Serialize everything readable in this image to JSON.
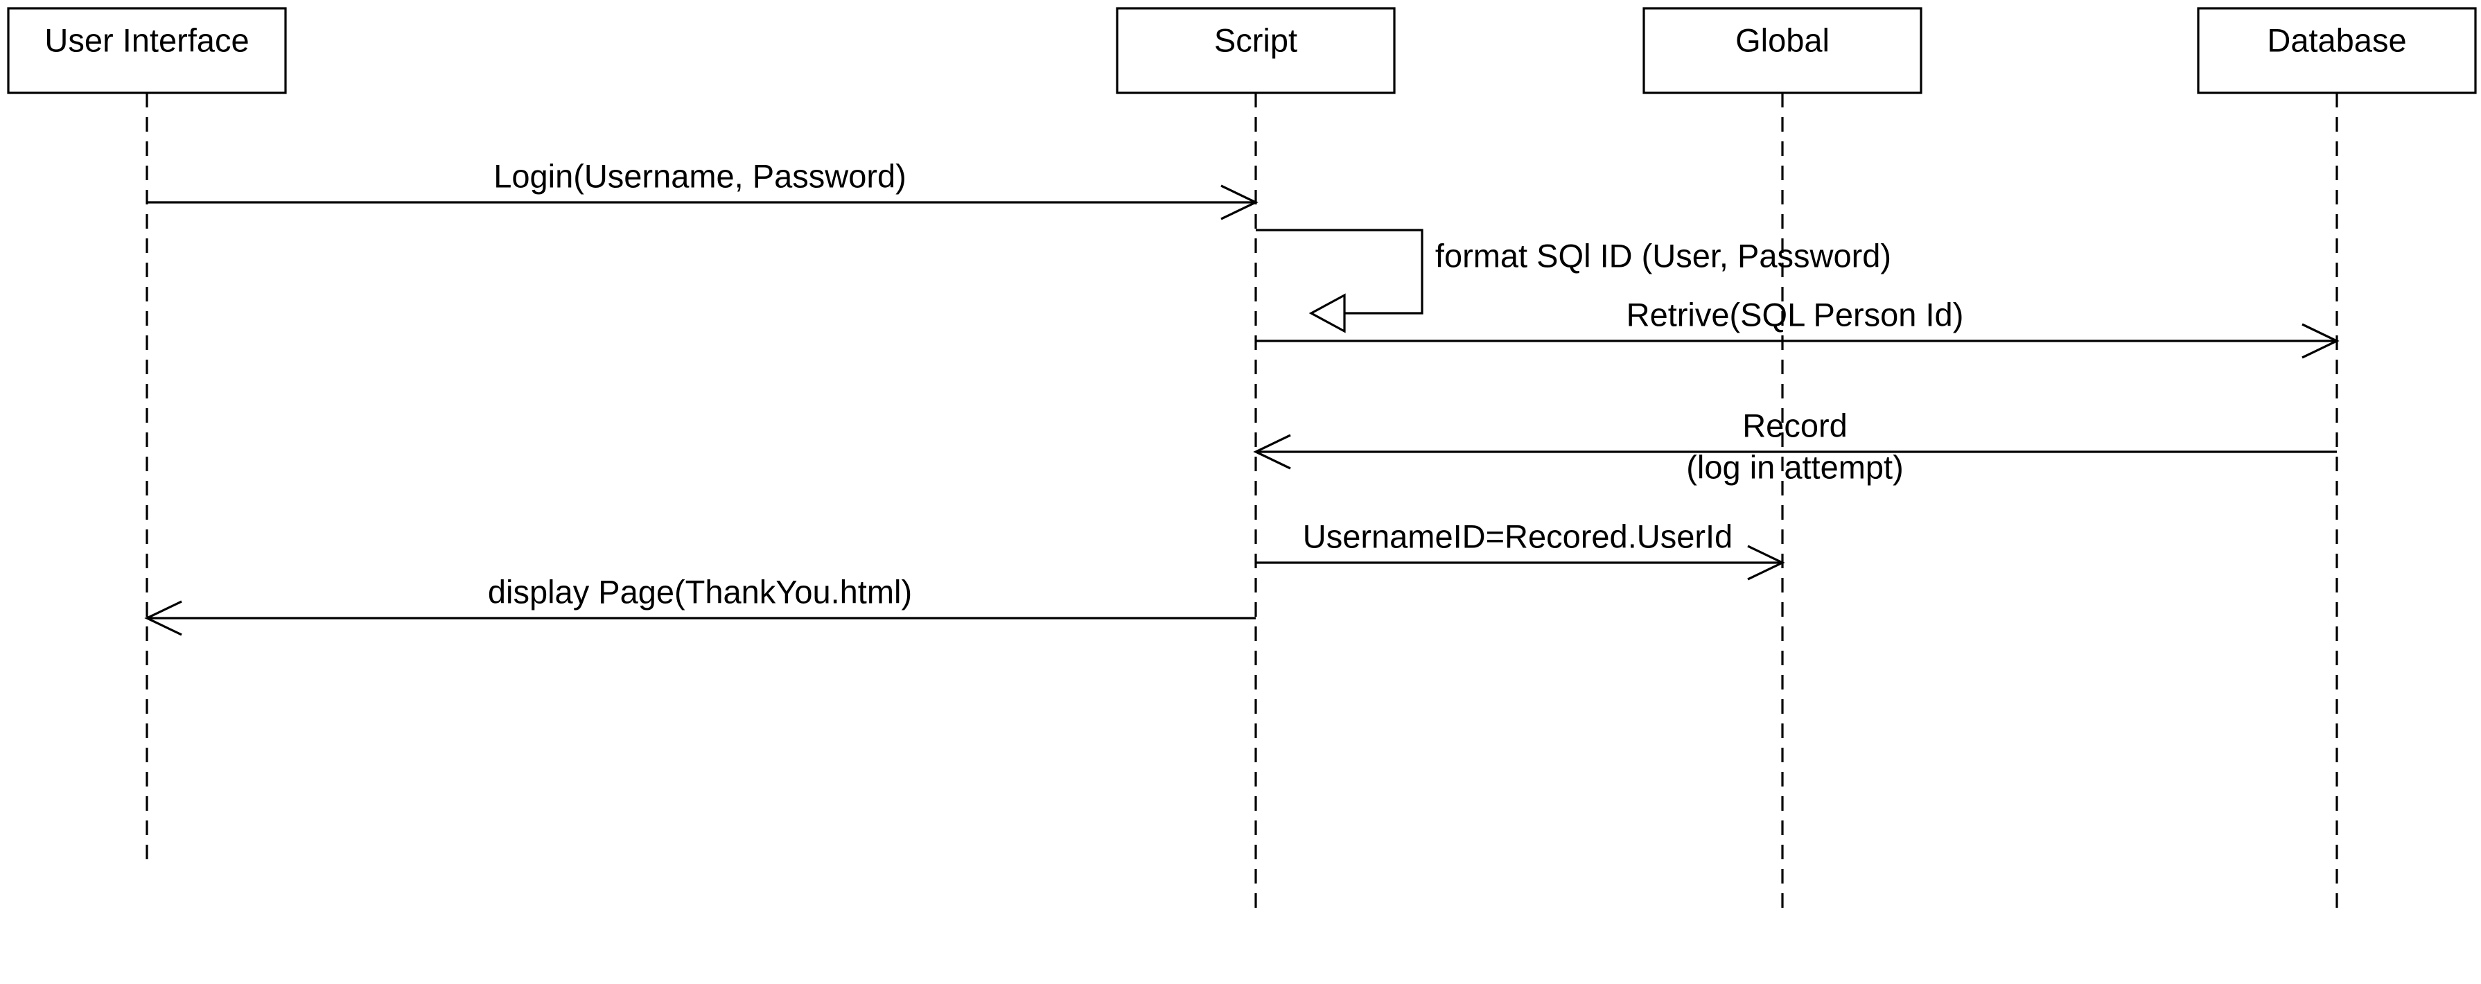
{
  "participants": [
    {
      "id": "ui",
      "label": "User Interface"
    },
    {
      "id": "script",
      "label": "Script"
    },
    {
      "id": "global",
      "label": "Global"
    },
    {
      "id": "database",
      "label": "Database"
    }
  ],
  "messages": [
    {
      "id": "login",
      "from": "ui",
      "to": "script",
      "label": "Login(Username, Password)",
      "arrow": "open"
    },
    {
      "id": "format-sql",
      "from": "script",
      "to": "script",
      "label": "format SQl ID (User, Password)",
      "arrow": "hollow"
    },
    {
      "id": "retrive",
      "from": "script",
      "to": "database",
      "label": "Retrive(SQL Person Id)",
      "arrow": "open"
    },
    {
      "id": "record",
      "from": "database",
      "to": "script",
      "label_line1": "Record",
      "label_line2": "(log in attempt)",
      "arrow": "open"
    },
    {
      "id": "username-id",
      "from": "script",
      "to": "global",
      "label": "UsernameID=Recored.UserId",
      "arrow": "open"
    },
    {
      "id": "display-page",
      "from": "script",
      "to": "ui",
      "label": "display Page(ThankYou.html)",
      "arrow": "open"
    }
  ]
}
